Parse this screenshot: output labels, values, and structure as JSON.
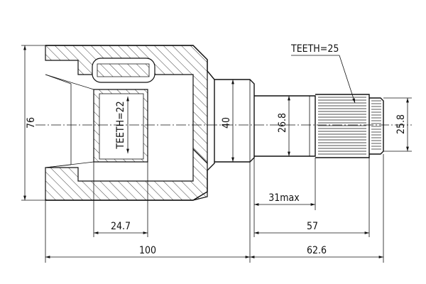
{
  "labels": {
    "teeth_outer": "TEETH=25",
    "teeth_inner": "TEETH=22"
  },
  "dimensions": {
    "overall_height": "76",
    "housing_dia": "40",
    "shaft_dia": "26.8",
    "spline_dia": "25.8",
    "inner_width": "24.7",
    "max_length": "31max",
    "shaft_length": "57",
    "total_length": "100",
    "stem_length": "62.6"
  },
  "colors": {
    "line": "#111111",
    "background": "#ffffff"
  }
}
